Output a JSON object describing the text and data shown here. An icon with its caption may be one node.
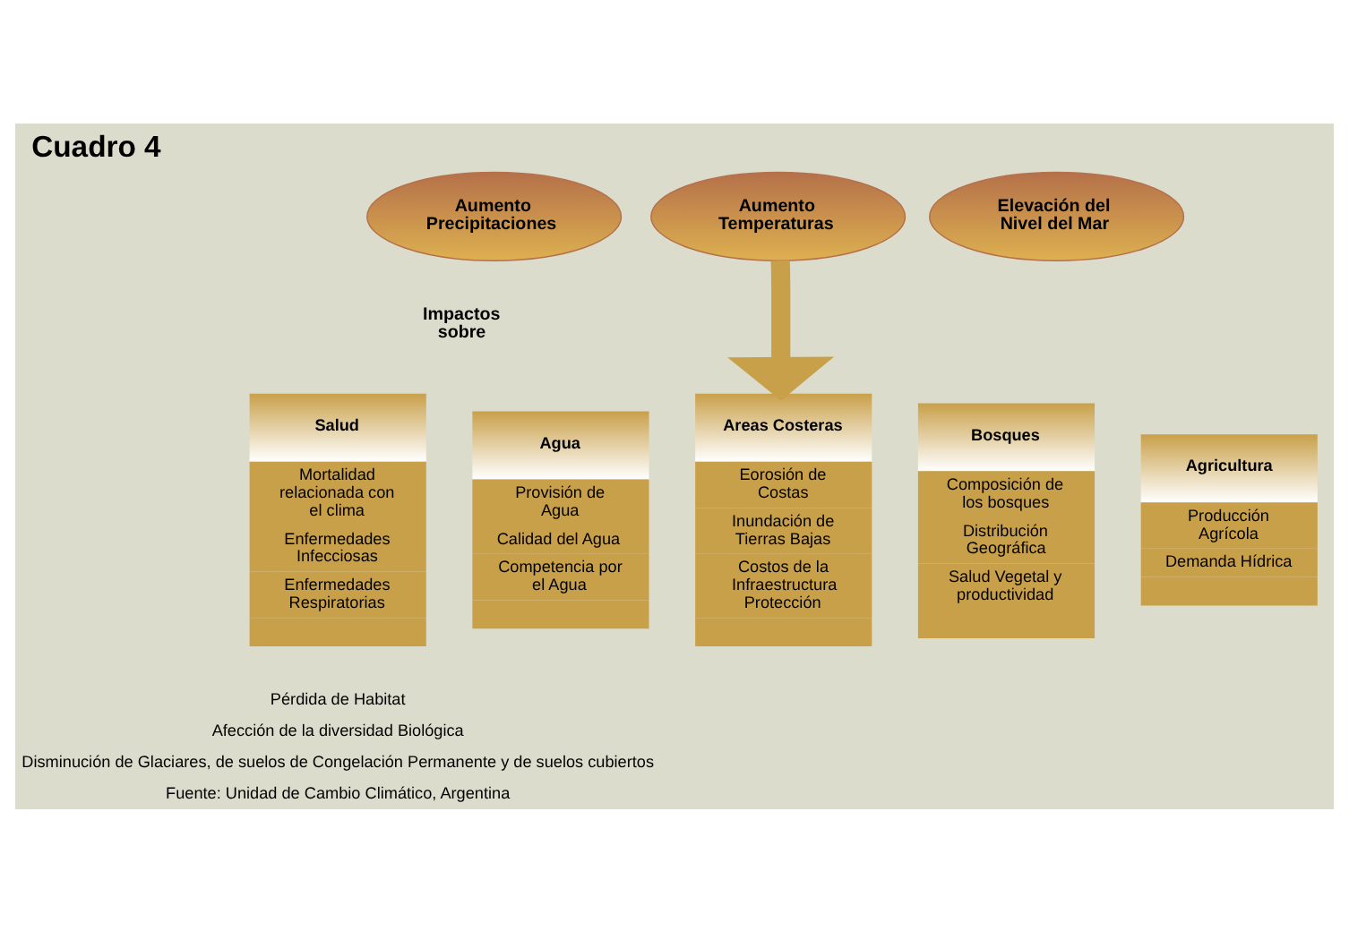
{
  "diagram": {
    "title": "Cuadro 4",
    "nodes": [
      {
        "text": [
          "Aumento Precipitaciones"
        ]
      },
      {
        "text": [
          "Aumento Temperaturas"
        ]
      },
      {
        "text": [
          "Elevación del Nivel del Mar"
        ]
      },
      {
        "text": [
          "Salud",
          "Mortalidad relacionada con el clima",
          "Enfermedades Infecciosas",
          "Enfermedades Respiratorias"
        ]
      },
      {
        "text": [
          "Agua",
          "Provisión de Agua",
          "Calidad del Agua",
          "Competencia por el Agua"
        ]
      },
      {
        "text": [
          "Areas Costeras",
          "Eorosión de Costas",
          "Inundación de Tierras Bajas",
          "Costos de la Infraestructura Protección"
        ]
      },
      {
        "text": [
          "Bosques",
          "Composición de los bosques",
          "Distribución Geográfica",
          "Salud Vegetal y productividad"
        ]
      },
      {
        "text": [
          "Agricultura",
          "Producción Agrícola",
          "Demanda Hídrica"
        ]
      }
    ],
    "edges": [
      {
        "from": 1,
        "to": 5,
        "arrow": "to"
      }
    ],
    "labels": [
      "Impactos sobre",
      "Pérdida de Habitat",
      "Afección de la diversidad Biológica",
      "Disminución de Glaciares, de suelos de Congelación Permanente y de suelos cubiertos",
      "Fuente: Unidad de Cambio Climático, Argentina"
    ]
  }
}
